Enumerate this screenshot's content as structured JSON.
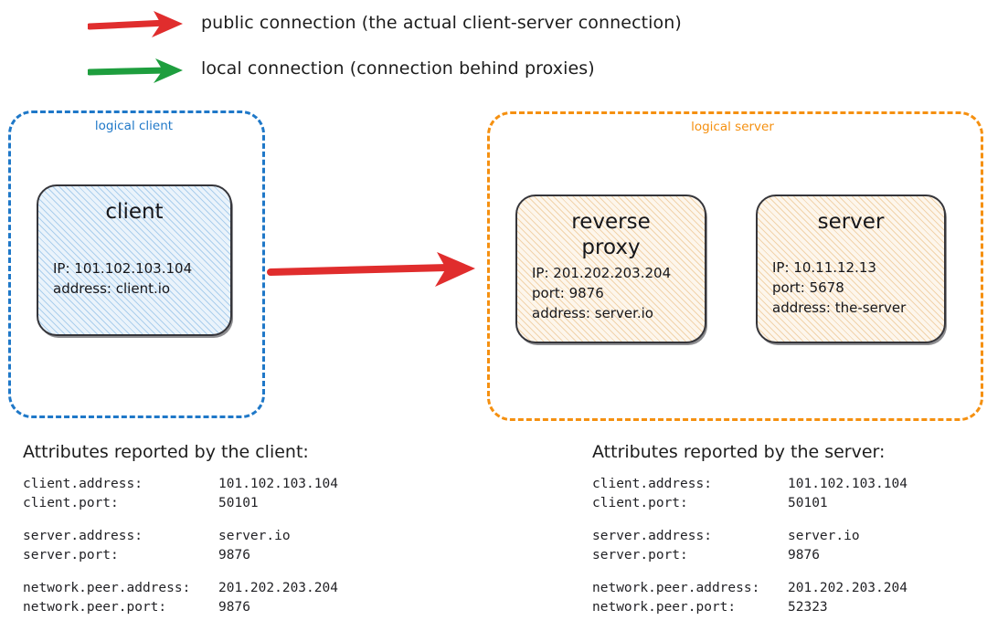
{
  "legend": {
    "items": [
      {
        "icon": "red-arrow-icon",
        "color": "#e02d2d",
        "label": "public connection (the actual client-server connection)"
      },
      {
        "icon": "green-arrow-icon",
        "color": "#1e9e3e",
        "label": "local connection (connection behind proxies)"
      }
    ]
  },
  "diagram": {
    "client_group": {
      "caption": "logical client",
      "border_color": "#1f78c8",
      "nodes": [
        {
          "title": "client",
          "props": [
            "IP: 101.102.103.104",
            "address: client.io"
          ]
        }
      ]
    },
    "server_group": {
      "caption": "logical server",
      "border_color": "#f59010",
      "nodes": [
        {
          "title": "reverse\nproxy",
          "props": [
            "IP: 201.202.203.204",
            "port: 9876",
            "address: server.io"
          ]
        },
        {
          "title": "server",
          "props": [
            "IP: 10.11.12.13",
            "port: 5678",
            "address: the-server"
          ]
        }
      ]
    },
    "connection_arrow": {
      "icon": "red-arrow-icon",
      "color": "#e02d2d",
      "kind": "public connection"
    }
  },
  "attributes": {
    "client_panel": {
      "heading": "Attributes reported by the client:",
      "rows": [
        {
          "key": "client.address:",
          "value": "101.102.103.104"
        },
        {
          "key": "client.port:",
          "value": "50101"
        },
        {
          "key": "server.address:",
          "value": "server.io"
        },
        {
          "key": "server.port:",
          "value": "9876"
        },
        {
          "key": "network.peer.address:",
          "value": "201.202.203.204"
        },
        {
          "key": "network.peer.port:",
          "value": "9876"
        }
      ]
    },
    "server_panel": {
      "heading": "Attributes reported by the server:",
      "rows": [
        {
          "key": "client.address:",
          "value": "101.102.103.104"
        },
        {
          "key": "client.port:",
          "value": "50101"
        },
        {
          "key": "server.address:",
          "value": "server.io"
        },
        {
          "key": "server.port:",
          "value": "9876"
        },
        {
          "key": "network.peer.address:",
          "value": "201.202.203.204"
        },
        {
          "key": "network.peer.port:",
          "value": "52323"
        }
      ]
    }
  }
}
